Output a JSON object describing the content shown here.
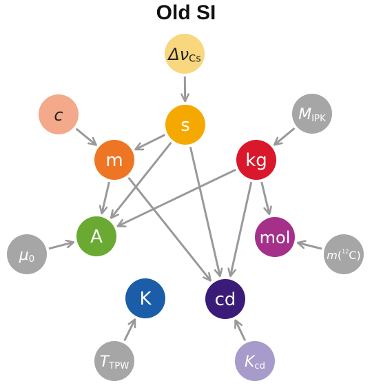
{
  "title": "Old SI",
  "nodes": {
    "delta_nu_cs": {
      "main": "Δν",
      "sub": "Cs",
      "color": "#F9D77E"
    },
    "c": {
      "main": "c",
      "color": "#F3A98A"
    },
    "s": {
      "main": "s",
      "color": "#F5A900"
    },
    "m": {
      "main": "m",
      "color": "#EE7523"
    },
    "kg": {
      "main": "kg",
      "color": "#D9182C"
    },
    "M_IPK": {
      "main": "M",
      "sub": "IPK",
      "color": "#A6A6A6"
    },
    "A": {
      "main": "A",
      "color": "#6AAA32"
    },
    "mol": {
      "main": "mol",
      "color": "#A5308A"
    },
    "mu0": {
      "main": "μ",
      "sub": "0",
      "color": "#A6A6A6"
    },
    "m12C": {
      "main": "m",
      "sup": "12",
      "rest": "C",
      "color": "#A6A6A6"
    },
    "K": {
      "main": "K",
      "color": "#1C5DA9"
    },
    "cd": {
      "main": "cd",
      "color": "#3A1C78"
    },
    "T_TPW": {
      "main": "T",
      "sub": "TPW",
      "color": "#A6A6A6"
    },
    "K_cd": {
      "main": "K",
      "sub": "cd",
      "color": "#A79BCB"
    }
  },
  "edges": [
    [
      "delta_nu_cs",
      "s"
    ],
    [
      "c",
      "m"
    ],
    [
      "s",
      "m"
    ],
    [
      "s",
      "A"
    ],
    [
      "s",
      "cd"
    ],
    [
      "M_IPK",
      "kg"
    ],
    [
      "m",
      "A"
    ],
    [
      "m",
      "cd"
    ],
    [
      "kg",
      "A"
    ],
    [
      "kg",
      "mol"
    ],
    [
      "kg",
      "cd"
    ],
    [
      "m12C",
      "mol"
    ],
    [
      "mu0",
      "A"
    ],
    [
      "T_TPW",
      "K"
    ],
    [
      "K_cd",
      "cd"
    ]
  ],
  "colors": {
    "edge": "#999999"
  }
}
